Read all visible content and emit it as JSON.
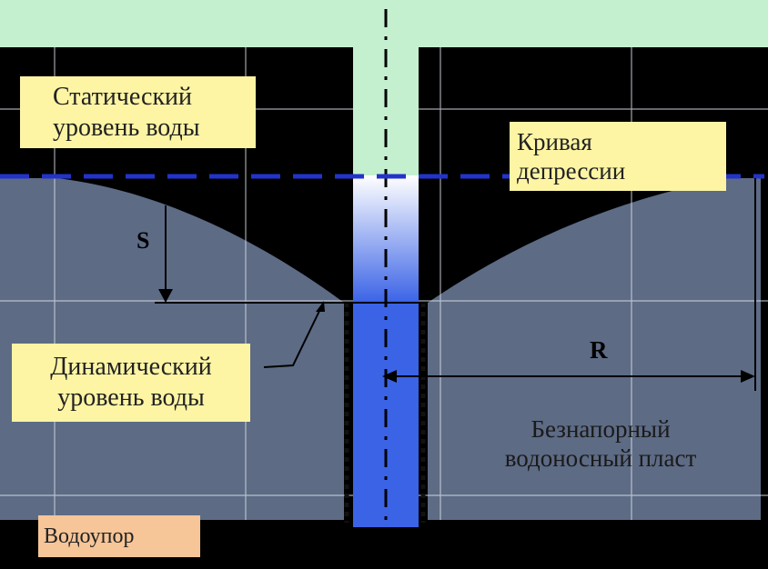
{
  "labels": {
    "static_level": [
      "Статический",
      "уровень воды"
    ],
    "depression_curve": [
      "Кривая",
      "депрессии"
    ],
    "dynamic_level": [
      "Динамический",
      "уровень воды"
    ],
    "aquifer": [
      "Безнапорный",
      "водоносный пласт"
    ],
    "aquiclude": "Водоупор",
    "drawdown": "S",
    "radius": "R"
  },
  "colors": {
    "background": "#000000",
    "surface": "#c5f0d0",
    "aquifer": "#5d6b85",
    "water_column": "#3b63e6",
    "static_line": "#2233cc",
    "label_fill": "#fdf5a4",
    "aquiclude_fill": "#f6c598"
  }
}
